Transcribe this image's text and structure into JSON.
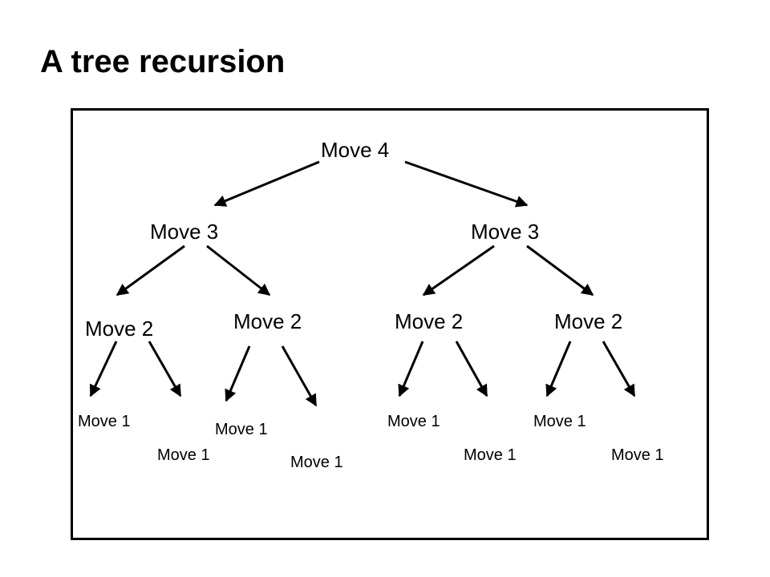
{
  "title": "A tree recursion",
  "tree": {
    "root": "Move 4",
    "level3": [
      "Move 3",
      "Move 3"
    ],
    "level2": [
      "Move 2",
      "Move 2",
      "Move 2",
      "Move 2"
    ],
    "level1": [
      "Move 1",
      "Move 1",
      "Move 1",
      "Move 1",
      "Move 1",
      "Move 1",
      "Move 1",
      "Move 1"
    ]
  }
}
